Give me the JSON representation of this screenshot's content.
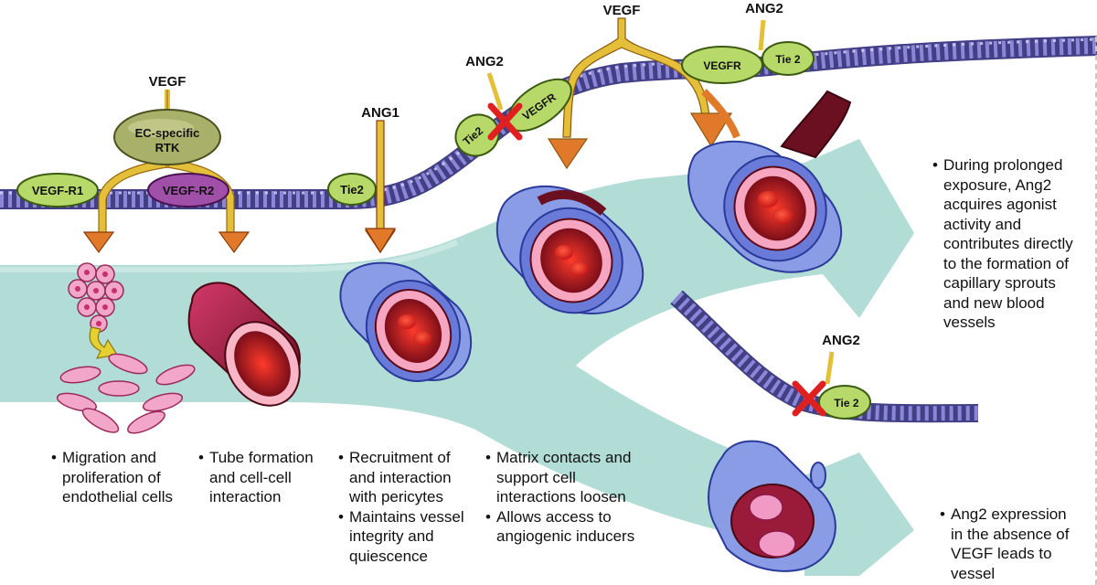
{
  "labels": {
    "vegf_left": "VEGF",
    "ec_rtk_line1": "EC-specific",
    "ec_rtk_line2": "RTK",
    "vegf_r1": "VEGF-R1",
    "vegf_r2": "VEGF-R2",
    "ang1": "ANG1",
    "tie2_ang1": "Tie2",
    "ang2_blocked": "ANG2",
    "tie2_blocked": "Tie2",
    "vegfr_blocked": "VEGFR",
    "vegf_top": "VEGF",
    "ang2_top": "ANG2",
    "vegfr_top": "VEGFR",
    "tie2_top": "Tie 2",
    "ang2_lower": "ANG2",
    "tie2_lower": "Tie 2"
  },
  "captions": {
    "migration": [
      "Migration and proliferation of endothelial cells"
    ],
    "tube": [
      "Tube formation and cell-cell interaction"
    ],
    "pericytes": [
      "Recruitment of and interaction with pericytes",
      "Maintains vessel integrity and quiescence"
    ],
    "matrix": [
      "Matrix contacts and support cell interactions loosen",
      "Allows access to angiogenic inducers"
    ],
    "prolonged": [
      "During prolonged exposure, Ang2 acquires agonist activity and contributes directly to the formation of capillary sprouts and new blood vessels"
    ],
    "regression": [
      "Ang2 expression in the absence of VEGF leads to vessel"
    ]
  },
  "colors": {
    "teal_band": "#b2dcd6",
    "membrane": "#6d68b8",
    "receptor_green": "#b6d96a",
    "receptor_purple": "#a050a8",
    "rtk_olive": "#a9b06a",
    "arrow_orange": "#e07a2a",
    "ligand_yellow": "#e4bf3a",
    "blocker_red": "#e02020",
    "vessel_red": "#8a1a2e",
    "pericyte_blue": "#7a8ee0"
  }
}
